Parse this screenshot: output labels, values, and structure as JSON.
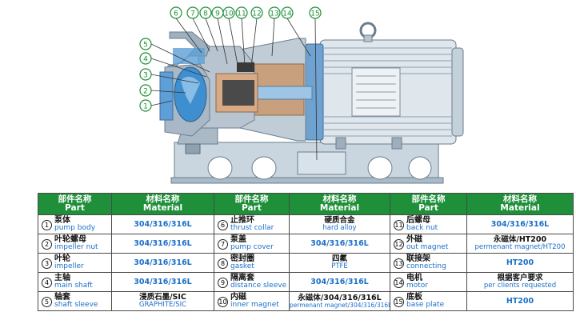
{
  "callouts": [
    "1",
    "2",
    "3",
    "4",
    "5",
    "6",
    "7",
    "8",
    "9",
    "10",
    "11",
    "12",
    "13",
    "14",
    "15"
  ],
  "table": {
    "headers": [
      {
        "cn": "部件名称",
        "en": "Part"
      },
      {
        "cn": "材料名称",
        "en": "Material"
      },
      {
        "cn": "部件名称",
        "en": "Part"
      },
      {
        "cn": "材料名称",
        "en": "Material"
      },
      {
        "cn": "部件名称",
        "en": "Part"
      },
      {
        "cn": "材料名称",
        "en": "Material"
      }
    ],
    "rows": [
      [
        {
          "num": "1",
          "cn": "泵体",
          "en": "pump body",
          "mat_en": "304/316/316L"
        },
        {
          "num": "6",
          "cn": "止推环",
          "en": "thrust collar",
          "mat_cn": "硬质合金",
          "mat_en": "hard alloy"
        },
        {
          "num": "11",
          "cn": "后螺母",
          "en": "back nut",
          "mat_en": "304/316/316L"
        }
      ],
      [
        {
          "num": "2",
          "cn": "叶轮螺母",
          "en": "impeller nut",
          "mat_en": "304/316/316L"
        },
        {
          "num": "7",
          "cn": "泵盖",
          "en": "pump cover",
          "mat_en": "304/316/316L"
        },
        {
          "num": "12",
          "cn": "外磁",
          "en": "out magnet",
          "mat_cn": "永磁体/HT200",
          "mat_en": "permenant magnet/HT200"
        }
      ],
      [
        {
          "num": "3",
          "cn": "叶轮",
          "en": "impeller",
          "mat_en": "304/316/316L"
        },
        {
          "num": "8",
          "cn": "密封圈",
          "en": "gasket",
          "mat_cn": "四氟",
          "mat_en": "PTFE"
        },
        {
          "num": "13",
          "cn": "联接架",
          "en": "connecting",
          "mat_en": "HT200"
        }
      ],
      [
        {
          "num": "4",
          "cn": "主轴",
          "en": "main shaft",
          "mat_en": "304/316/316L"
        },
        {
          "num": "9",
          "cn": "隔离套",
          "en": "distance sleeve",
          "mat_en": "304/316/316L"
        },
        {
          "num": "14",
          "cn": "电机",
          "en": "motor",
          "mat_cn": "根据客户要求",
          "mat_en": "per clients requested"
        }
      ],
      [
        {
          "num": "5",
          "cn": "轴套",
          "en": "shaft sleeve",
          "mat_cn": "浸质石墨/SIC",
          "mat_en": "GRAPHITE/SIC"
        },
        {
          "num": "10",
          "cn": "内磁",
          "en": "inner magnet",
          "mat_cn": "永磁体/304/316/316L",
          "mat_en": "permenant magnet/304/316/316L"
        },
        {
          "num": "15",
          "cn": "底板",
          "en": "base plate",
          "mat_en": "HT200"
        }
      ]
    ]
  }
}
